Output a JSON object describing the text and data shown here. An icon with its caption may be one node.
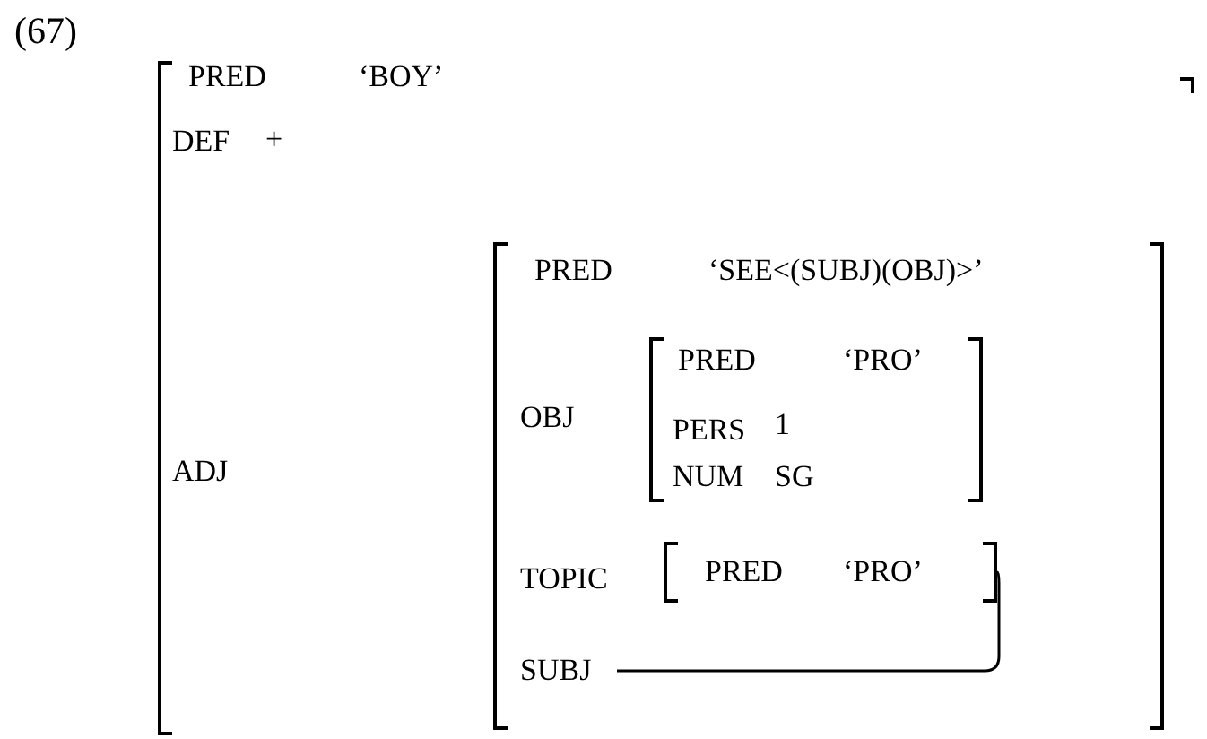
{
  "diagram": {
    "nodes": [
      {
        "text": [
          "PRED",
          "‘BOY’",
          "DEF",
          "+",
          "ADJ"
        ]
      },
      {
        "text": [
          "PRED",
          "‘SEE<(SUBJ)(OBJ)>’",
          "OBJ",
          "TOPIC"
        ],
        "in": 0
      },
      {
        "text": [
          "PRED",
          "‘PRO’",
          "PERS",
          "1",
          "NUM",
          "SG"
        ],
        "in": 1
      },
      {
        "text": [
          "PRED",
          "‘PRO’"
        ],
        "in": 1
      },
      {
        "text": [
          "SUBJ"
        ],
        "in": 1
      }
    ],
    "edges": [
      {
        "from": 4,
        "to": 3,
        "arrow": "none"
      }
    ],
    "labels": [
      "(67)"
    ]
  }
}
